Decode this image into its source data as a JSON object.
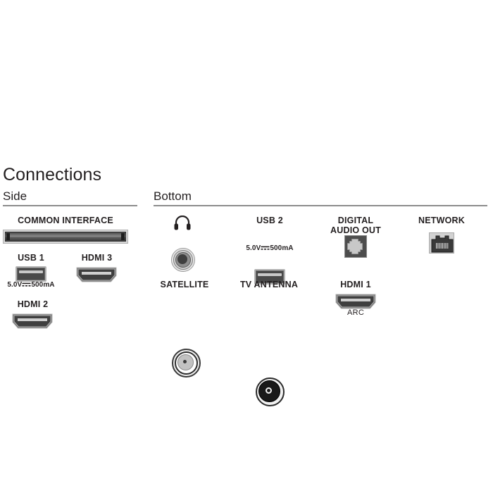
{
  "page": {
    "title": "Connections",
    "background_color": "#ffffff",
    "text_color": "#231f20",
    "rule_color": "#8c8c8c"
  },
  "sections": {
    "side": {
      "heading": "Side",
      "ports": {
        "common_interface": {
          "label": "COMMON INTERFACE",
          "icon": "common-interface-slot-icon"
        },
        "usb1": {
          "label": "USB 1",
          "sublabel": "5.0V",
          "power": "500mA",
          "dc_symbol": "⏚",
          "icon": "usb-port-icon"
        },
        "hdmi3": {
          "label": "HDMI 3",
          "icon": "hdmi-port-icon"
        },
        "hdmi2": {
          "label": "HDMI 2",
          "icon": "hdmi-port-icon"
        }
      }
    },
    "bottom": {
      "heading": "Bottom",
      "ports": {
        "headphone": {
          "label": "",
          "icon": "headphone-icon"
        },
        "usb2": {
          "label": "USB 2",
          "sublabel": "5.0V",
          "power": "500mA",
          "icon": "usb-port-icon"
        },
        "digital_audio_out": {
          "label_line1": "DIGITAL",
          "label_line2": "AUDIO OUT",
          "icon": "optical-toslink-port-icon"
        },
        "network": {
          "label": "NETWORK",
          "icon": "rj45-network-port-icon"
        },
        "satellite": {
          "label": "SATELLITE",
          "icon": "satellite-f-connector-icon"
        },
        "tv_antenna": {
          "label": "TV ANTENNA",
          "icon": "coaxial-antenna-connector-icon"
        },
        "hdmi1": {
          "label": "HDMI 1",
          "sublabel": "ARC",
          "icon": "hdmi-port-icon"
        }
      }
    }
  }
}
